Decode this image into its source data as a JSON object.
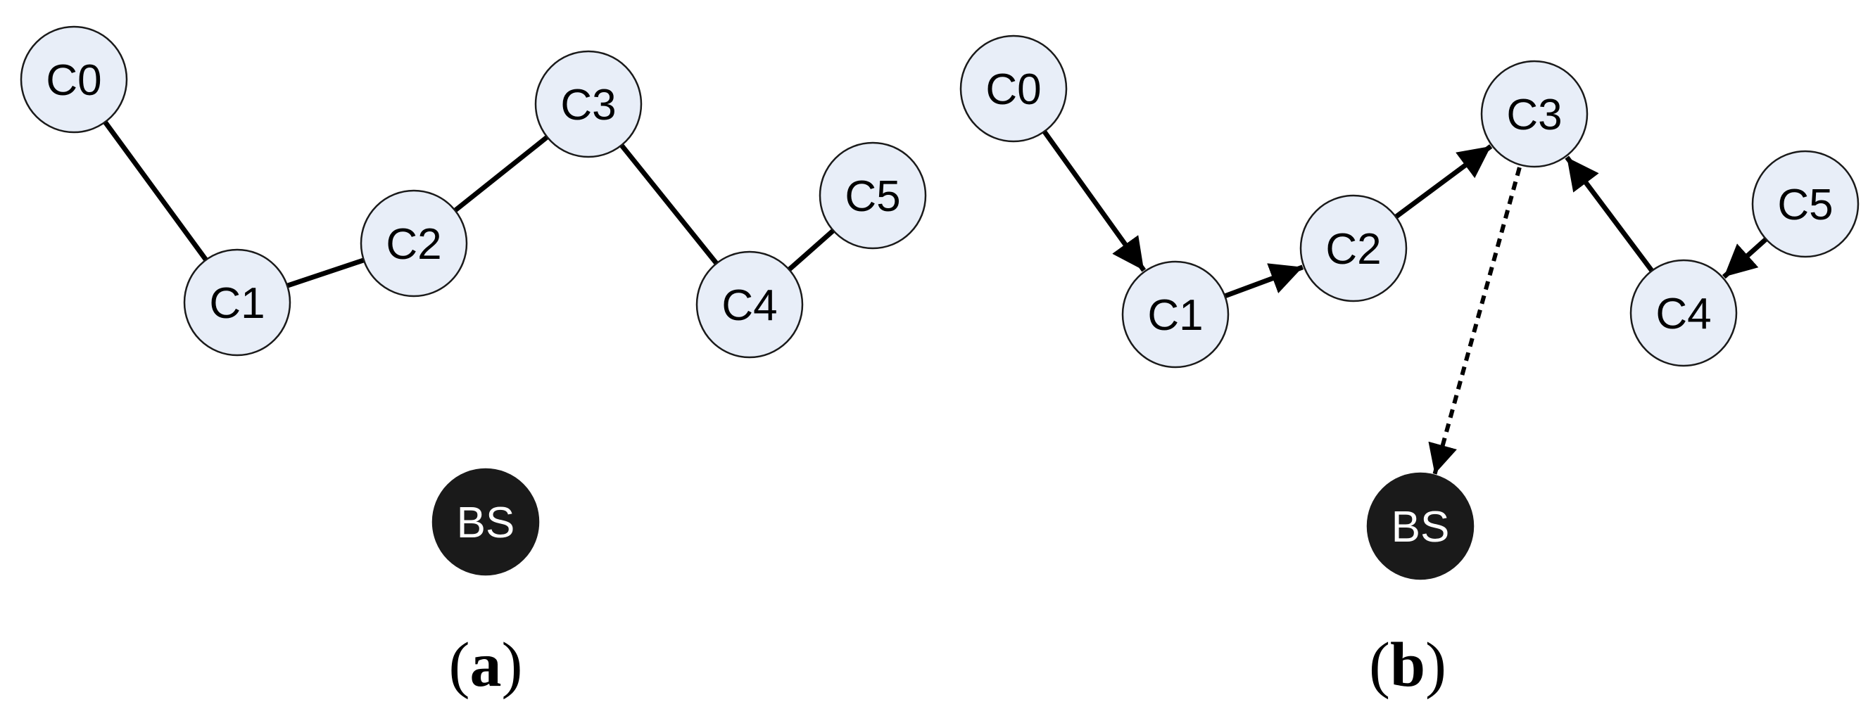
{
  "panels": [
    {
      "id": "a",
      "caption_open": "(",
      "caption_letter": "a",
      "caption_close": ")",
      "nodes": [
        {
          "id": "C0",
          "label": "C0"
        },
        {
          "id": "C1",
          "label": "C1"
        },
        {
          "id": "C2",
          "label": "C2"
        },
        {
          "id": "C3",
          "label": "C3"
        },
        {
          "id": "C4",
          "label": "C4"
        },
        {
          "id": "C5",
          "label": "C5"
        },
        {
          "id": "BS",
          "label": "BS",
          "base_station": true
        }
      ],
      "edges": [
        {
          "from": "C0",
          "to": "C1",
          "directed": false
        },
        {
          "from": "C1",
          "to": "C2",
          "directed": false
        },
        {
          "from": "C2",
          "to": "C3",
          "directed": false
        },
        {
          "from": "C3",
          "to": "C4",
          "directed": false
        },
        {
          "from": "C4",
          "to": "C5",
          "directed": false
        }
      ]
    },
    {
      "id": "b",
      "caption_open": "(",
      "caption_letter": "b",
      "caption_close": ")",
      "nodes": [
        {
          "id": "C0",
          "label": "C0"
        },
        {
          "id": "C1",
          "label": "C1"
        },
        {
          "id": "C2",
          "label": "C2"
        },
        {
          "id": "C3",
          "label": "C3"
        },
        {
          "id": "C4",
          "label": "C4"
        },
        {
          "id": "C5",
          "label": "C5"
        },
        {
          "id": "BS",
          "label": "BS",
          "base_station": true
        }
      ],
      "edges": [
        {
          "from": "C0",
          "to": "C1",
          "directed": true
        },
        {
          "from": "C1",
          "to": "C2",
          "directed": true
        },
        {
          "from": "C2",
          "to": "C3",
          "directed": true
        },
        {
          "from": "C4",
          "to": "C3",
          "directed": true
        },
        {
          "from": "C5",
          "to": "C4",
          "directed": true
        },
        {
          "from": "C3",
          "to": "BS",
          "directed": true,
          "dashed": true
        }
      ]
    }
  ],
  "colors": {
    "node_fill": "#e8eef8",
    "node_stroke": "#1a1a1a",
    "base_station_fill": "#1a1a1a",
    "edge": "#000000"
  }
}
